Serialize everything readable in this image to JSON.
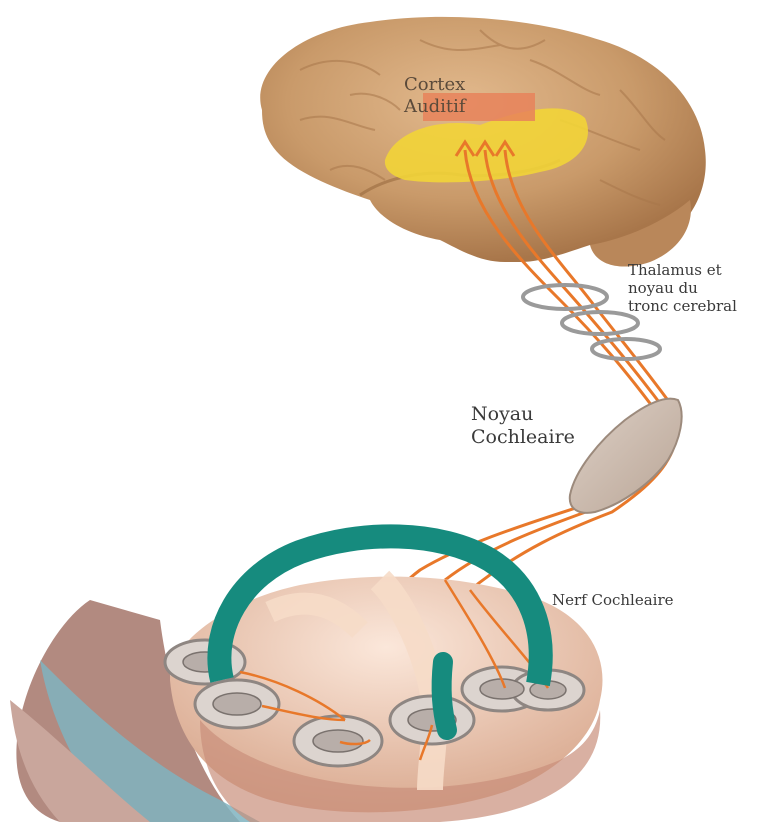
{
  "labels": {
    "cortex": [
      "Cortex",
      "Auditif"
    ],
    "thalamus": [
      "Thalamus et",
      "noyau du",
      "tronc cerebral"
    ],
    "noyau": [
      "Noyau",
      "Cochleaire"
    ],
    "nerf": "Nerf Cochleaire"
  },
  "colors": {
    "brain": "#c99a6a",
    "brain_shadow": "#a8764a",
    "auditory_area": "#f2d437",
    "cortex_highlight": "#e8835a",
    "pathway": "#e8782a",
    "ring": "#9a9a9a",
    "nucleus": "#cbb8a8",
    "cochlear_arch": "#168b7e",
    "cochlea_tissue": "#e9c7b0",
    "membrane_blue": "#7fb3bf",
    "bone": "#b28a80"
  }
}
